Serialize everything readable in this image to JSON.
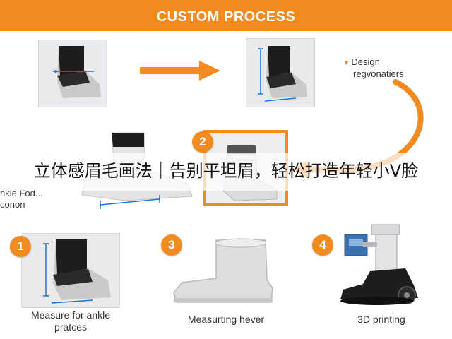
{
  "banner": {
    "title": "CUSTOM PROCESS"
  },
  "design_note": {
    "line1": "Design",
    "line2": "regvonatiers"
  },
  "left_note": {
    "line1": "nkle Fod...",
    "line2": "conon"
  },
  "steps": [
    {
      "number": "1",
      "caption_line1": "Measure for ankle",
      "caption_line2": "pratces",
      "icon": "ankle-measure-icon"
    },
    {
      "number": "2",
      "icon": "sock-outline-icon"
    },
    {
      "number": "3",
      "caption_line1": "Measurting hever",
      "icon": "boot-icon"
    },
    {
      "number": "4",
      "caption_line1": "3D printing",
      "icon": "3d-printer-icon"
    }
  ],
  "overlay": {
    "text": "立体感眉毛画法｜告别平坦眉，轻松打造年轻小V脸"
  },
  "colors": {
    "accent": "#f18a1f",
    "panel": "#e9eaec",
    "brace": "#1f73d6",
    "sock": "#1d1d1d"
  }
}
